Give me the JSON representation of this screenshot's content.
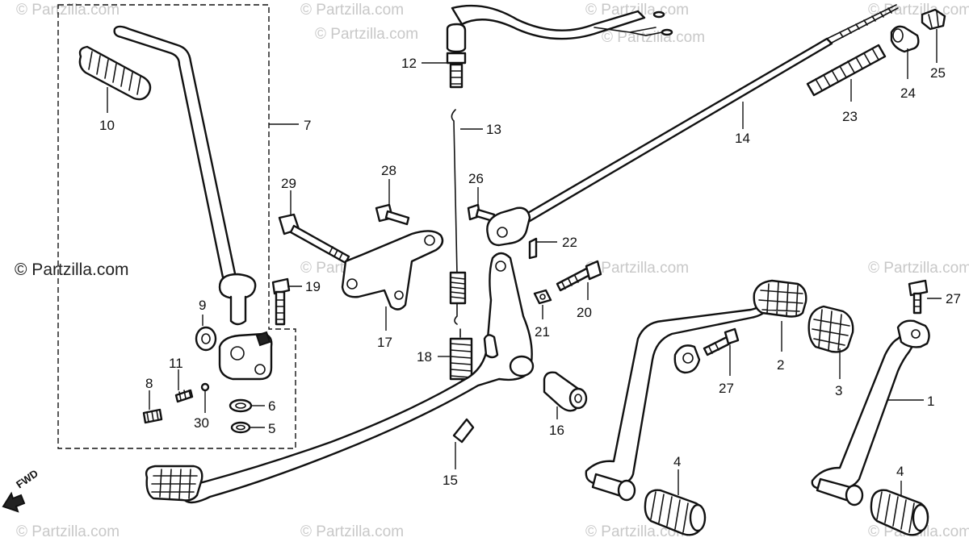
{
  "watermark": {
    "text": "© Partzilla.com",
    "main_text": "© Partzilla.com"
  },
  "fwd_label": "FWD",
  "callouts": {
    "c1": "1",
    "c2": "2",
    "c3": "3",
    "c4a": "4",
    "c4b": "4",
    "c5": "5",
    "c6": "6",
    "c7": "7",
    "c8": "8",
    "c9": "9",
    "c10": "10",
    "c11": "11",
    "c12": "12",
    "c13": "13",
    "c14": "14",
    "c15": "15",
    "c16": "16",
    "c17": "17",
    "c18": "18",
    "c19": "19",
    "c20": "20",
    "c21": "21",
    "c22": "22",
    "c23": "23",
    "c24": "24",
    "c25": "25",
    "c26": "26",
    "c27a": "27",
    "c27b": "27",
    "c28": "28",
    "c29": "29",
    "c30": "30"
  }
}
